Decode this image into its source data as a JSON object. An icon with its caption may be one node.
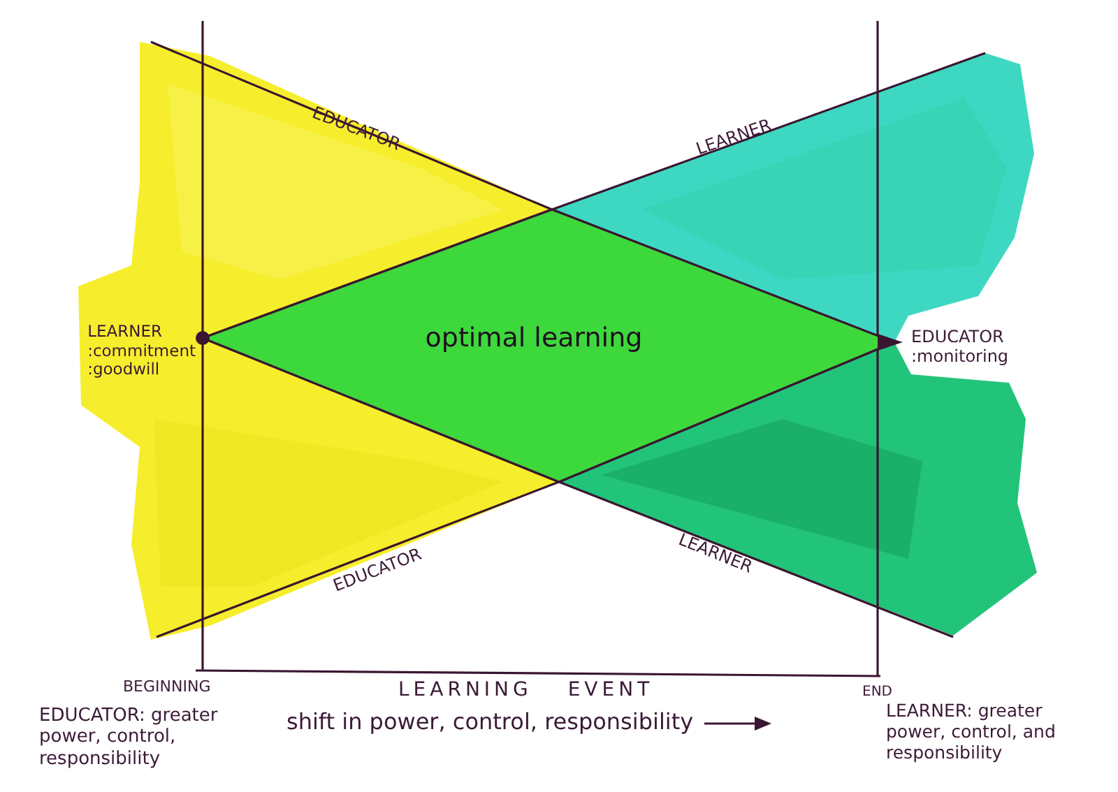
{
  "diagram": {
    "nodes": [
      {
        "text": [
          "optimal learning"
        ]
      }
    ],
    "labels": [
      "EDUCATOR",
      "LEARNER",
      "LEARNER :commitment :goodwill",
      "EDUCATOR :monitoring",
      "EDUCATOR",
      "LEARNER",
      "BEGINNING",
      "LEARNING EVENT",
      "END",
      "EDUCATOR: greater power, control, responsibility",
      "shift in power, control, responsibility",
      "LEARNER: greater power, control, and responsibility"
    ]
  }
}
